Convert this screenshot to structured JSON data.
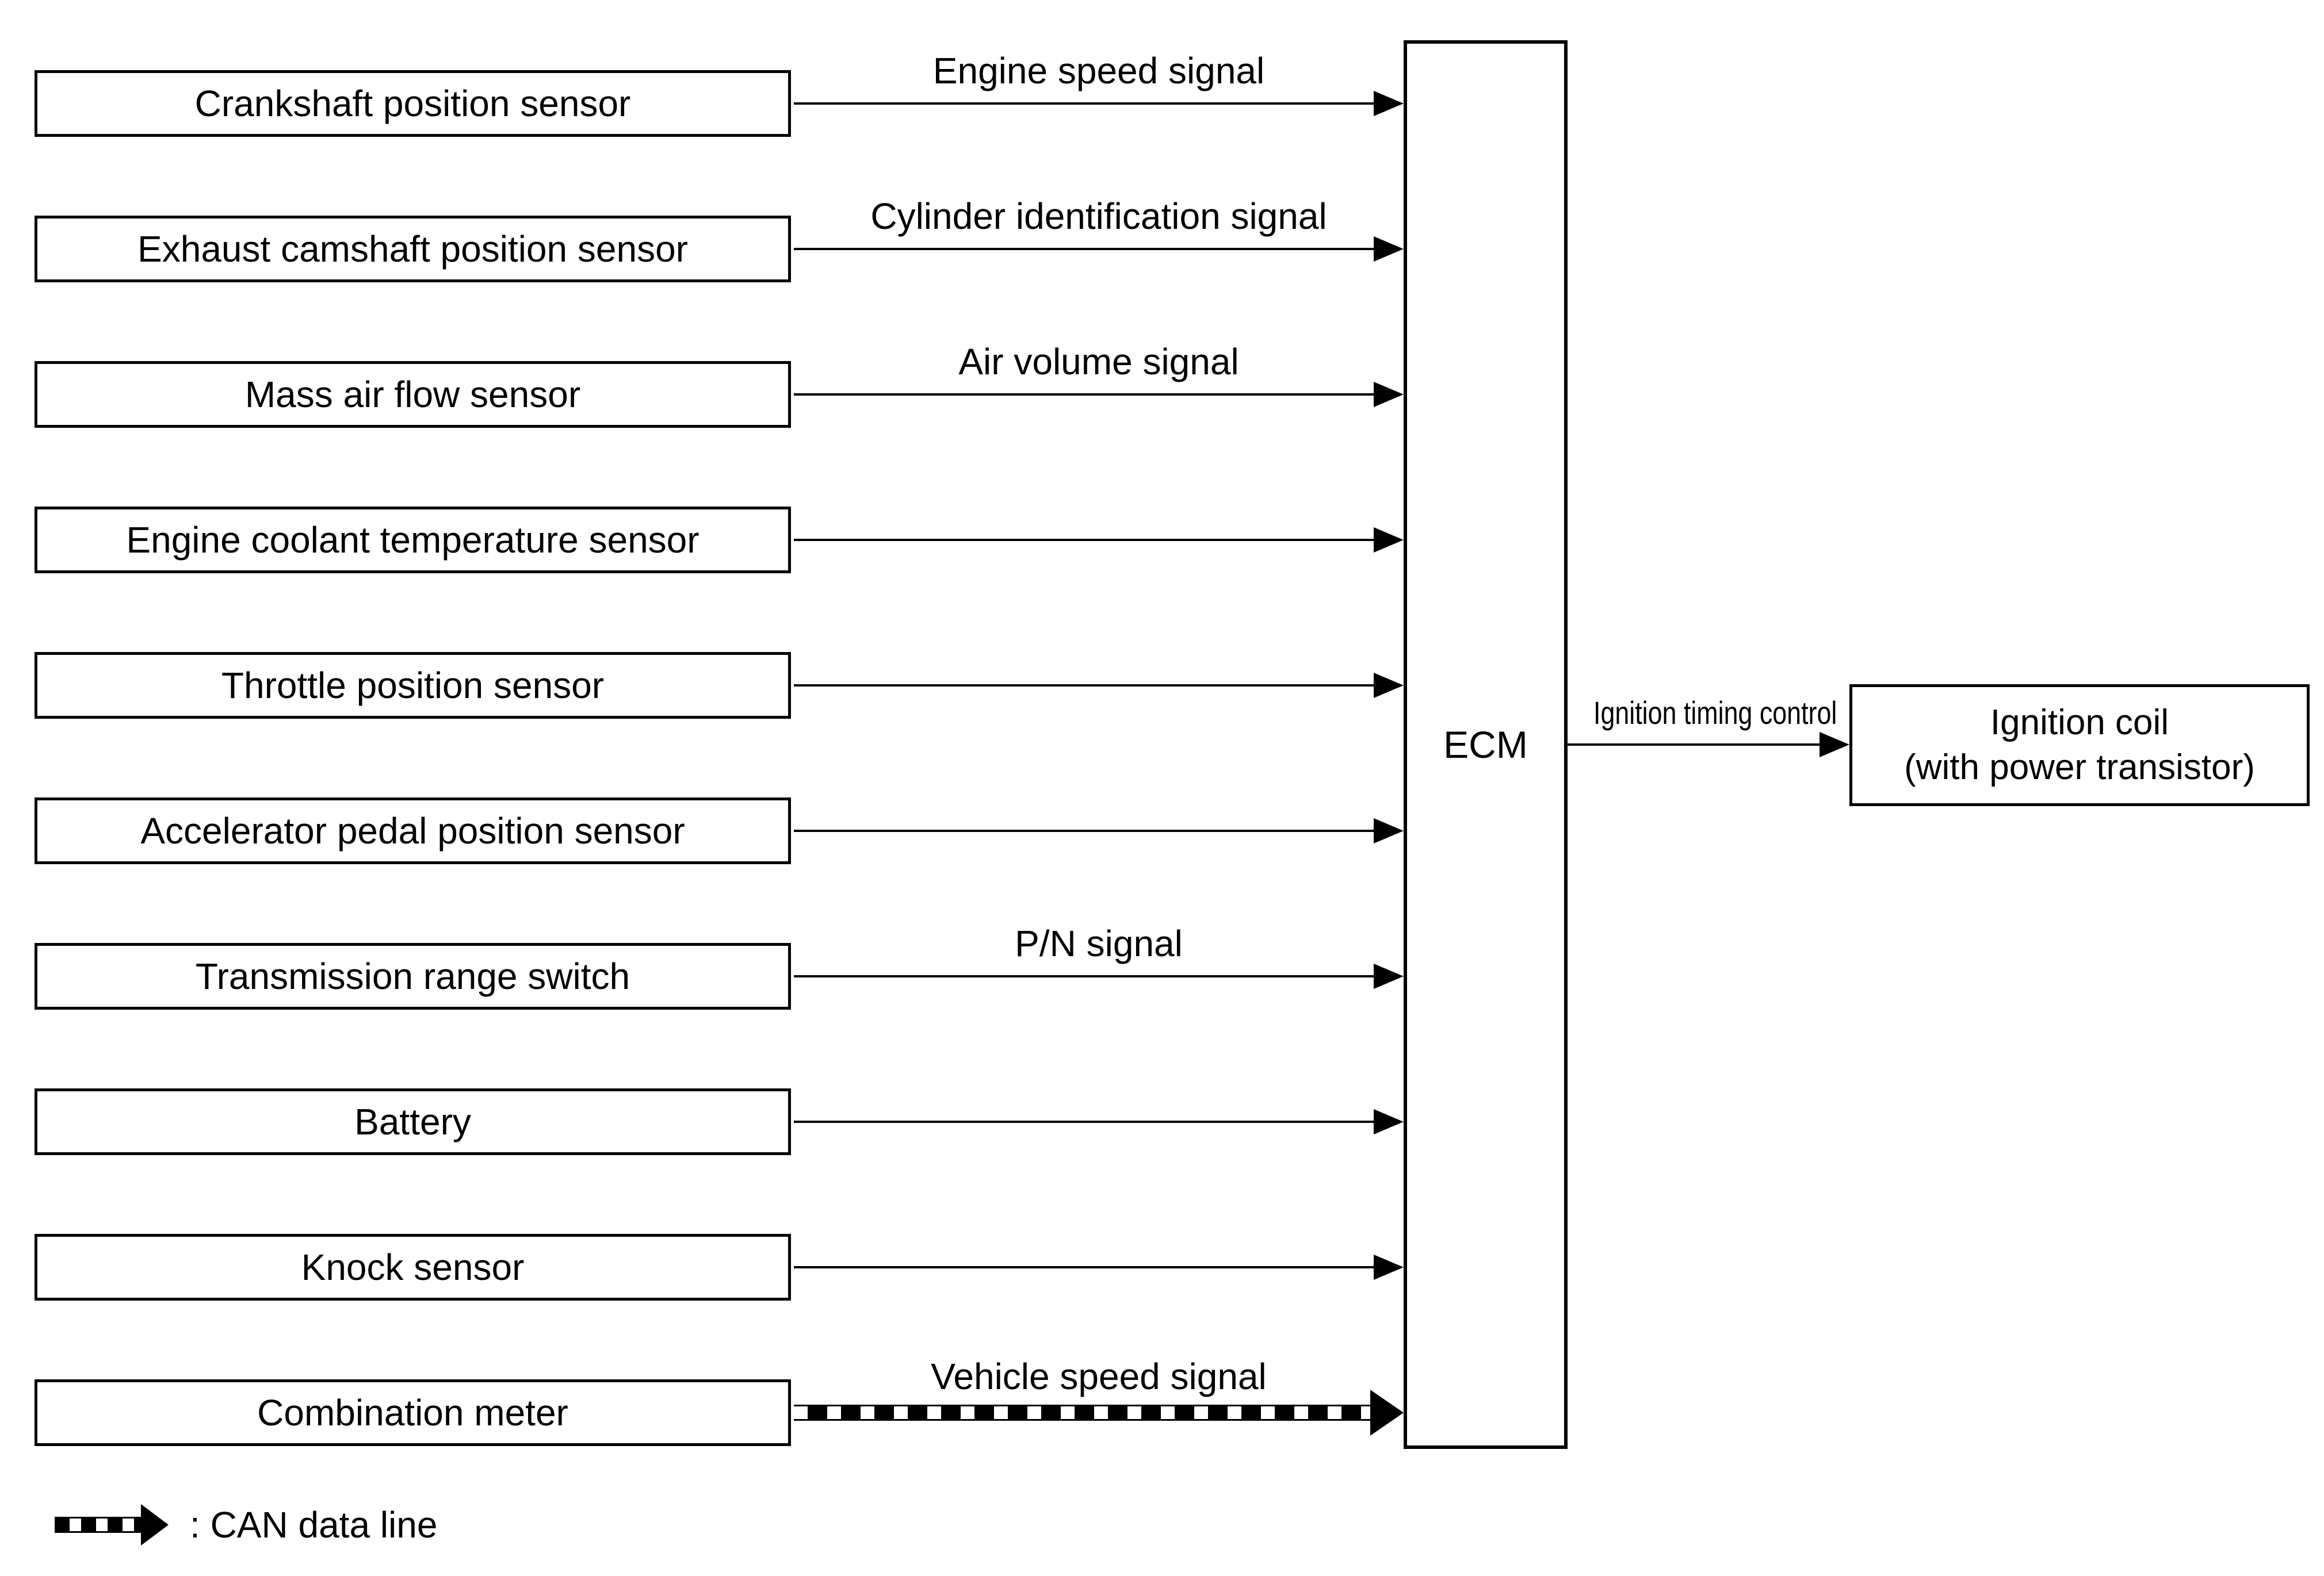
{
  "colors": {
    "ink": "#000000",
    "background": "#ffffff"
  },
  "diagram": {
    "sources": [
      {
        "label": "Crankshaft position sensor",
        "signal": "Engine speed signal",
        "line": "solid"
      },
      {
        "label": "Exhaust camshaft position sensor",
        "signal": "Cylinder identification signal",
        "line": "solid"
      },
      {
        "label": "Mass air flow sensor",
        "signal": "Air volume signal",
        "line": "solid"
      },
      {
        "label": "Engine coolant temperature sensor",
        "signal": "",
        "line": "solid"
      },
      {
        "label": "Throttle position sensor",
        "signal": "",
        "line": "solid"
      },
      {
        "label": "Accelerator pedal position sensor",
        "signal": "",
        "line": "solid"
      },
      {
        "label": "Transmission range switch",
        "signal": "P/N signal",
        "line": "solid"
      },
      {
        "label": "Battery",
        "signal": "",
        "line": "solid"
      },
      {
        "label": "Knock sensor",
        "signal": "",
        "line": "solid"
      },
      {
        "label": "Combination meter",
        "signal": "Vehicle speed signal",
        "line": "can"
      }
    ],
    "controller": {
      "label": "ECM"
    },
    "output": {
      "label": "Ignition timing control",
      "target": {
        "line1": "Ignition coil",
        "line2": "(with power transistor)"
      }
    },
    "legend": {
      "label": ": CAN data line"
    }
  }
}
